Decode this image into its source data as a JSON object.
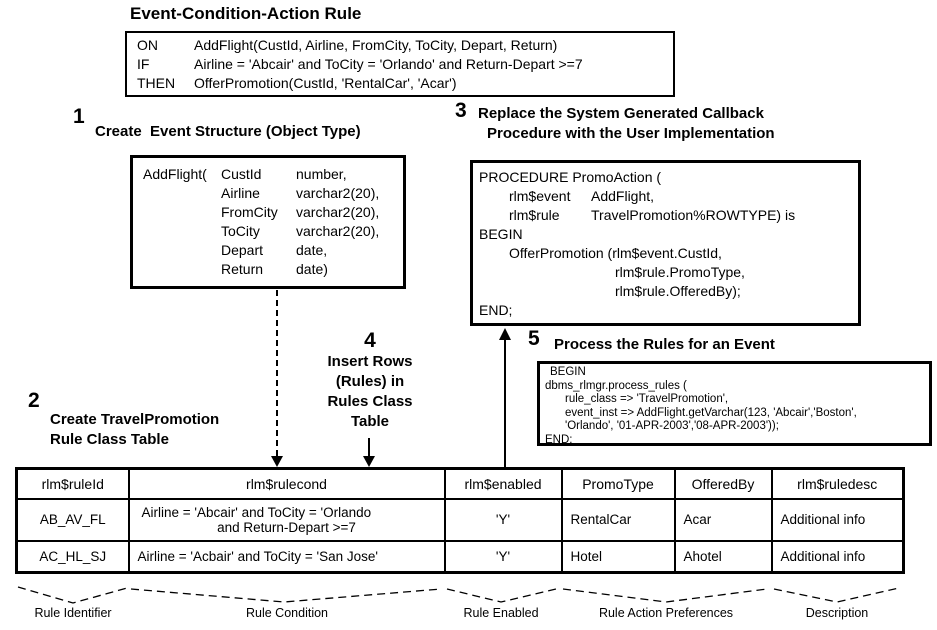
{
  "title": "Event-Condition-Action Rule",
  "eca_box": {
    "rows": [
      {
        "kw": "ON",
        "text": "AddFlight(CustId, Airline, FromCity, ToCity, Depart, Return)"
      },
      {
        "kw": "IF",
        "text": "Airline = 'Abcair' and ToCity = 'Orlando' and Return-Depart >=7"
      },
      {
        "kw": "THEN",
        "text": "OfferPromotion(CustId, 'RentalCar', 'Acar')"
      }
    ]
  },
  "step1": {
    "num": "1",
    "heading": "Create  Event Structure (Object Type)",
    "box": {
      "prefix": "AddFlight(",
      "fields": [
        {
          "name": "CustId",
          "type": "number,"
        },
        {
          "name": "Airline",
          "type": "varchar2(20),"
        },
        {
          "name": "FromCity",
          "type": "varchar2(20),"
        },
        {
          "name": "ToCity",
          "type": "varchar2(20),"
        },
        {
          "name": "Depart",
          "type": "date,"
        },
        {
          "name": "Return",
          "type": "date)"
        }
      ]
    }
  },
  "step2": {
    "num": "2",
    "heading_line1": "Create TravelPromotion",
    "heading_line2": "Rule Class Table"
  },
  "step3": {
    "num": "3",
    "heading_line1": "Replace the System Generated Callback",
    "heading_line2": "Procedure with the User Implementation",
    "box": {
      "l1": "PROCEDURE PromoAction (",
      "p1_name": "rlm$event",
      "p1_type": "AddFlight,",
      "p2_name": "rlm$rule",
      "p2_type": "TravelPromotion%ROWTYPE) is",
      "l4": "BEGIN",
      "l5": "OfferPromotion (rlm$event.CustId,",
      "l6": "rlm$rule.PromoType,",
      "l7": "rlm$rule.OfferedBy);",
      "l8": "END;"
    }
  },
  "step4": {
    "num": "4",
    "lines": [
      "Insert Rows",
      "(Rules) in",
      "Rules Class",
      "Table"
    ]
  },
  "step5": {
    "num": "5",
    "heading": "Process the Rules for an Event",
    "box_lines": [
      "BEGIN",
      "dbms_rlmgr.process_rules (",
      "rule_class => 'TravelPromotion',",
      "event_inst => AddFlight.getVarchar(123, 'Abcair','Boston',",
      "'Orlando', '01-APR-2003','08-APR-2003'));",
      "END;"
    ]
  },
  "table": {
    "headers": [
      "rlm$ruleId",
      "rlm$rulecond",
      "rlm$enabled",
      "PromoType",
      "OfferedBy",
      "rlm$ruledesc"
    ],
    "rows": [
      {
        "id": "AB_AV_FL",
        "cond_line1": "Airline = 'Abcair' and ToCity = 'Orlando",
        "cond_line2": "and Return-Depart >=7",
        "enabled": "'Y'",
        "promo": "RentalCar",
        "offered": "Acar",
        "desc": "Additional info"
      },
      {
        "id": "AC_HL_SJ",
        "cond_line1": "Airline = 'Acbair' and ToCity = 'San Jose'",
        "cond_line2": "",
        "enabled": "'Y'",
        "promo": "Hotel",
        "offered": "Ahotel",
        "desc": "Additional info"
      }
    ]
  },
  "callouts": [
    "Rule Identifier",
    "Rule Condition",
    "Rule Enabled",
    "Rule Action Preferences",
    "Description"
  ]
}
